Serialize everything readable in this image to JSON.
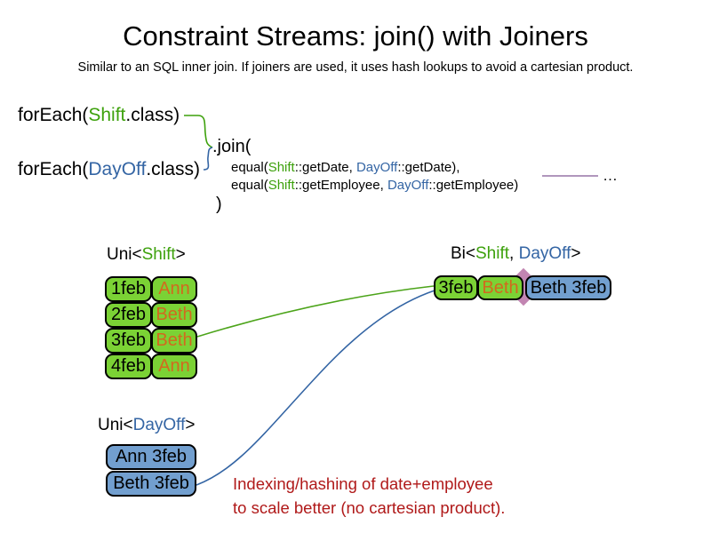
{
  "slide": {
    "title": "Constraint Streams: join() with Joiners",
    "subtitle": "Similar to an SQL inner join. If joiners are used, it uses hash lookups to avoid a cartesian product."
  },
  "colors": {
    "shift_green_text": "#3da10c",
    "dayoff_blue_text": "#3465a4",
    "cell_green_fill": "#7bd235",
    "cell_blue_fill": "#729fcf",
    "employee_orange_text": "#d2691e",
    "note_red_text": "#b01919",
    "joiner_purple_line": "#9673a6"
  },
  "code": {
    "foreach_shift": {
      "prefix": "forEach(",
      "class_name": "Shift",
      "suffix": ".class)"
    },
    "foreach_dayoff": {
      "prefix": "forEach(",
      "class_name": "DayOff",
      "suffix": ".class)"
    },
    "join_open": ".join(",
    "joiner_date": {
      "prefix": "equal(",
      "left_class": "Shift",
      "left_rest": "::getDate, ",
      "right_class": "DayOff",
      "right_rest": "::getDate),"
    },
    "joiner_employee": {
      "prefix": "equal(",
      "left_class": "Shift",
      "left_rest": "::getEmployee, ",
      "right_class": "DayOff",
      "right_rest": "::getEmployee)"
    },
    "ellipsis": "…",
    "join_close": ")"
  },
  "uni_shift": {
    "label": {
      "prefix": "Uni<",
      "class_name": "Shift",
      "suffix": ">"
    },
    "rows": [
      [
        "1feb",
        "Ann"
      ],
      [
        "2feb",
        "Beth"
      ],
      [
        "3feb",
        "Beth"
      ],
      [
        "4feb",
        "Ann"
      ]
    ]
  },
  "bi": {
    "label": {
      "prefix": "Bi<",
      "shift": "Shift",
      "comma": ", ",
      "dayoff": "DayOff",
      "suffix": ">"
    },
    "row": {
      "date": "3feb",
      "employee": "Beth",
      "dayoff": "Beth 3feb"
    }
  },
  "uni_dayoff": {
    "label": {
      "prefix": "Uni<",
      "class_name": "DayOff",
      "suffix": ">"
    },
    "rows": [
      "Ann 3feb",
      "Beth 3feb"
    ]
  },
  "note": {
    "line1": "Indexing/hashing of date+employee",
    "line2": "to scale better (no cartesian product)."
  }
}
